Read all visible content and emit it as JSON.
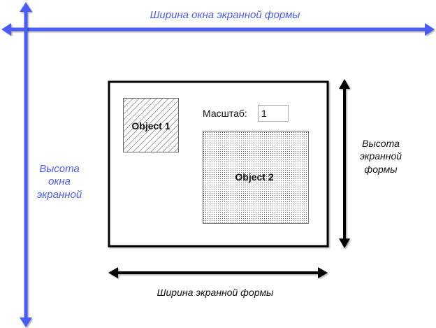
{
  "labels": {
    "window_width": "Ширина окна экранной формы",
    "window_height": [
      "Высота",
      "окна",
      "экранной"
    ],
    "form_height": [
      "Высота",
      "экранной",
      "формы"
    ],
    "form_width": "Ширина экранной формы"
  },
  "form": {
    "object1": "Object 1",
    "object2": "Object 2",
    "scale_label": "Масштаб:",
    "scale_value": "1"
  },
  "colors": {
    "accent": "#4a5cf5",
    "outline": "#000000"
  }
}
